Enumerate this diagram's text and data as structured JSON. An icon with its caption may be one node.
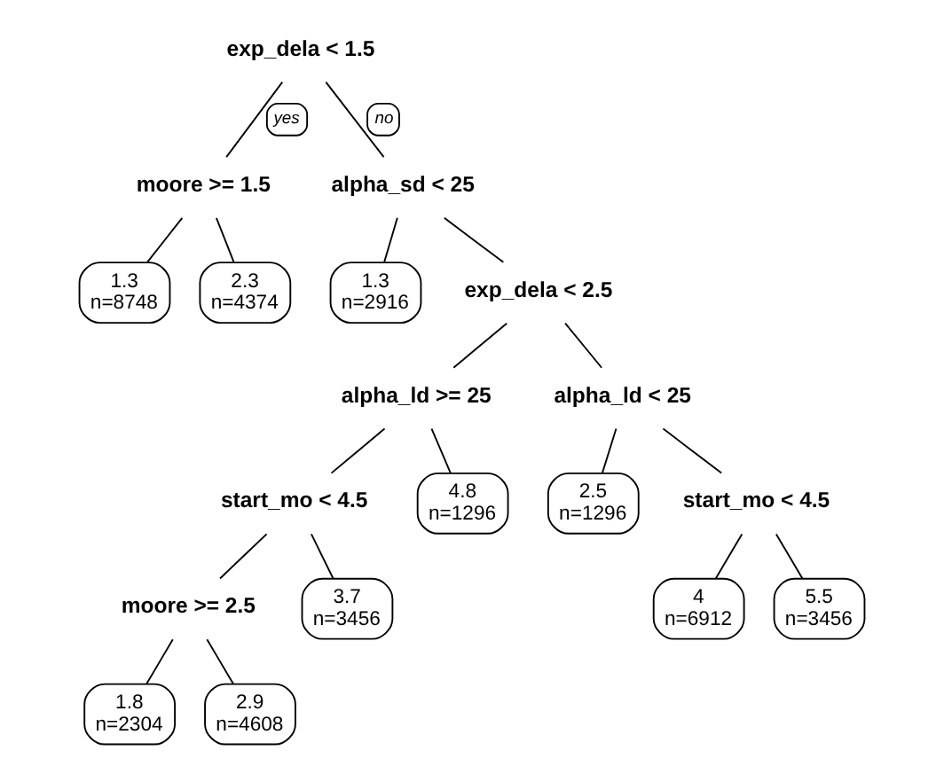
{
  "diagram": {
    "nodes": [
      {
        "text": [
          "exp_dela < 1.5"
        ]
      },
      {
        "text": [
          "moore >= 1.5"
        ]
      },
      {
        "text": [
          "1.3",
          "n=8748"
        ]
      },
      {
        "text": [
          "2.3",
          "n=4374"
        ]
      },
      {
        "text": [
          "alpha_sd < 25"
        ]
      },
      {
        "text": [
          "1.3",
          "n=2916"
        ]
      },
      {
        "text": [
          "exp_dela < 2.5"
        ]
      },
      {
        "text": [
          "alpha_ld >= 25"
        ]
      },
      {
        "text": [
          "start_mo < 4.5"
        ]
      },
      {
        "text": [
          "moore >= 2.5"
        ]
      },
      {
        "text": [
          "1.8",
          "n=2304"
        ]
      },
      {
        "text": [
          "2.9",
          "n=4608"
        ]
      },
      {
        "text": [
          "3.7",
          "n=3456"
        ]
      },
      {
        "text": [
          "4.8",
          "n=1296"
        ]
      },
      {
        "text": [
          "alpha_ld < 25"
        ]
      },
      {
        "text": [
          "2.5",
          "n=1296"
        ]
      },
      {
        "text": [
          "start_mo < 4.5"
        ]
      },
      {
        "text": [
          "4",
          "n=6912"
        ]
      },
      {
        "text": [
          "5.5",
          "n=3456"
        ]
      }
    ],
    "edges": [
      {
        "from": 0,
        "to": 1,
        "arrow": "none",
        "label": "yes"
      },
      {
        "from": 0,
        "to": 4,
        "arrow": "none",
        "label": "no"
      },
      {
        "from": 1,
        "to": 2,
        "arrow": "none"
      },
      {
        "from": 1,
        "to": 3,
        "arrow": "none"
      },
      {
        "from": 4,
        "to": 5,
        "arrow": "none"
      },
      {
        "from": 4,
        "to": 6,
        "arrow": "none"
      },
      {
        "from": 6,
        "to": 7,
        "arrow": "none"
      },
      {
        "from": 6,
        "to": 14,
        "arrow": "none"
      },
      {
        "from": 7,
        "to": 8,
        "arrow": "none"
      },
      {
        "from": 7,
        "to": 13,
        "arrow": "none"
      },
      {
        "from": 8,
        "to": 9,
        "arrow": "none"
      },
      {
        "from": 8,
        "to": 12,
        "arrow": "none"
      },
      {
        "from": 9,
        "to": 10,
        "arrow": "none"
      },
      {
        "from": 9,
        "to": 11,
        "arrow": "none"
      },
      {
        "from": 14,
        "to": 15,
        "arrow": "none"
      },
      {
        "from": 14,
        "to": 16,
        "arrow": "none"
      },
      {
        "from": 16,
        "to": 17,
        "arrow": "none"
      },
      {
        "from": 16,
        "to": 18,
        "arrow": "none"
      }
    ]
  }
}
